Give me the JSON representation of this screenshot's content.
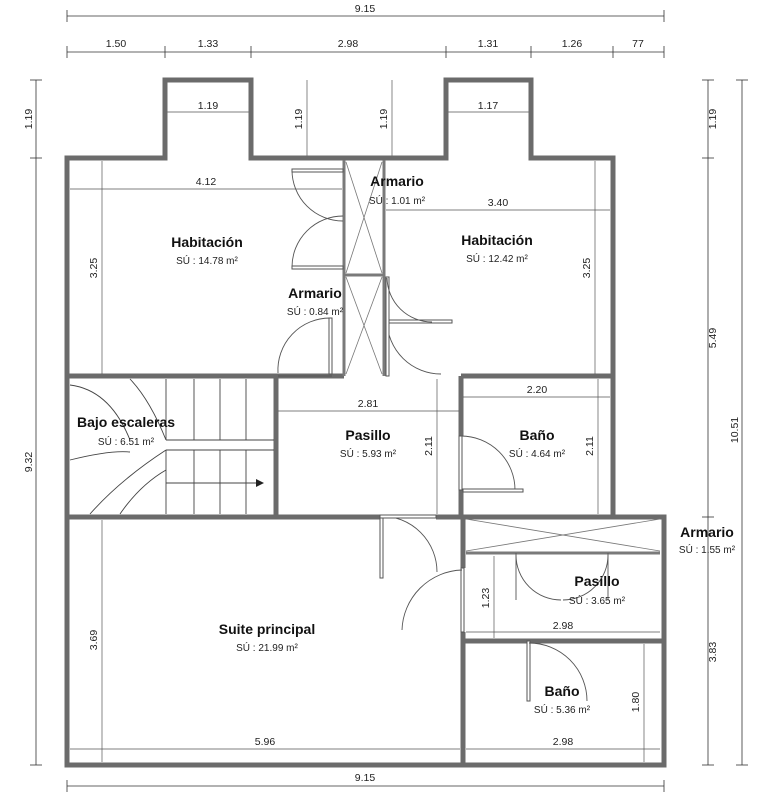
{
  "dimensions": {
    "top_total": "9.15",
    "top_segments": [
      "1.50",
      "1.33",
      "2.98",
      "1.31",
      "1.26",
      "77"
    ],
    "bay_left_width": "1.19",
    "bay_left_depth": "1.19",
    "mid_depth_a": "1.19",
    "mid_depth_b": "1.19",
    "bay_right_width": "1.17",
    "right_depth_top": "1.19",
    "left_height_top": "1.19",
    "left_height_total": "9.32",
    "right_height_total": "10.51",
    "right_height_upper": "5.49",
    "right_height_lower": "3.83",
    "bottom_total": "9.15",
    "room1_width": "4.12",
    "room1_height": "3.25",
    "room2_width": "3.40",
    "room2_height": "3.25",
    "pasillo_width": "2.81",
    "pasillo_height": "2.11",
    "bano1_width": "2.20",
    "bano1_height": "2.11",
    "pasillo2_height": "1.23",
    "pasillo2_width": "2.98",
    "bano2_height": "1.80",
    "bano2_width": "2.98",
    "suite_height": "3.69",
    "suite_width": "5.96"
  },
  "rooms": [
    {
      "name": "Habitación",
      "area": "SÚ : 14.78 m²"
    },
    {
      "name": "Armario",
      "area": "SÚ : 1.01 m²"
    },
    {
      "name": "Habitación",
      "area": "SÚ : 12.42 m²"
    },
    {
      "name": "Armario",
      "area": "SÚ : 0.84 m²"
    },
    {
      "name": "Bajo escaleras",
      "area": "SÚ : 6.51 m²"
    },
    {
      "name": "Pasillo",
      "area": "SÚ : 5.93 m²"
    },
    {
      "name": "Baño",
      "area": "SÚ : 4.64 m²"
    },
    {
      "name": "Armario",
      "area": "SÚ : 1.55 m²"
    },
    {
      "name": "Pasillo",
      "area": "SÚ : 3.65 m²"
    },
    {
      "name": "Suite principal",
      "area": "SÚ : 21.99 m²"
    },
    {
      "name": "Baño",
      "area": "SÚ : 5.36 m²"
    }
  ]
}
